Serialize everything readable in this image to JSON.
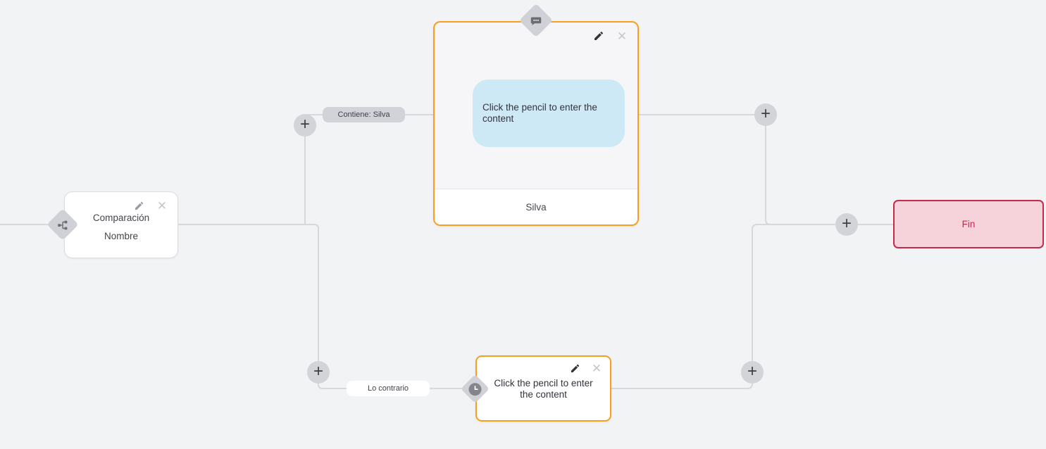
{
  "ui": {
    "plus": "+",
    "close": "✕",
    "colors": {
      "background": "#f2f3f5",
      "edge": "#d7d7dc",
      "accent_orange": "#f8a01d",
      "end_red": "#c42a4c",
      "bubble_blue": "#cde9f6",
      "pill_gray": "#d2d3d8"
    }
  },
  "edges": {
    "labels": [
      {
        "text": "Contiene: Silva",
        "style": "gray"
      },
      {
        "text": "Lo contrario",
        "style": "white"
      }
    ]
  },
  "nodes": {
    "comparison": {
      "type": "condition",
      "title_line1": "Comparación",
      "title_line2": "Nombre",
      "port_icon": "branch-icon"
    },
    "message": {
      "type": "message",
      "bubble_text": "Click the pencil to enter the content",
      "footer_text": "Silva",
      "port_icon": "chat-bubble-icon"
    },
    "delay": {
      "type": "action",
      "text": "Click the pencil to enter the content",
      "port_icon": "clock-icon"
    },
    "end": {
      "type": "end",
      "label": "Fin"
    }
  }
}
